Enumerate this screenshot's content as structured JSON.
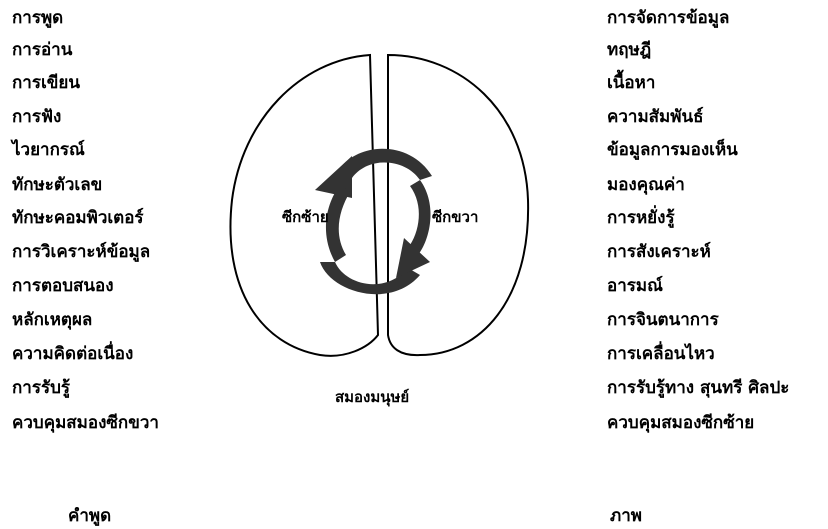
{
  "left_column": {
    "items": [
      "การพูด",
      "การอ่าน",
      "การเขียน",
      "การฟัง",
      "ไวยากรณ์",
      "ทักษะตัวเลข",
      "ทักษะคอมพิวเตอร์",
      "การวิเคราะห์ข้อมูล",
      "การตอบสนอง",
      "หลักเหตุผล",
      "ความคิดต่อเนื่อง",
      "การรับรู้",
      "ควบคุมสมองซีกขวา"
    ],
    "footer": "คำพูด"
  },
  "right_column": {
    "items": [
      "การจัดการข้อมูล",
      "ทฤษฎี",
      "เนื้อหา",
      "ความสัมพันธ์",
      "ข้อมูลการมองเห็น",
      "มองคุณค่า",
      "การหยั่งรู้",
      "การสังเคราะห์",
      "อารมณ์",
      "การจินตนาการ",
      "การเคลื่อนไหว",
      "การรับรู้ทาง สุนทรี ศิลปะ",
      "ควบคุมสมองซีกซ้าย"
    ],
    "footer": "ภาพ"
  },
  "brain": {
    "left_label": "ซีกซ้าย",
    "right_label": "ซีกขวา",
    "caption": "สมองมนุษย์"
  }
}
